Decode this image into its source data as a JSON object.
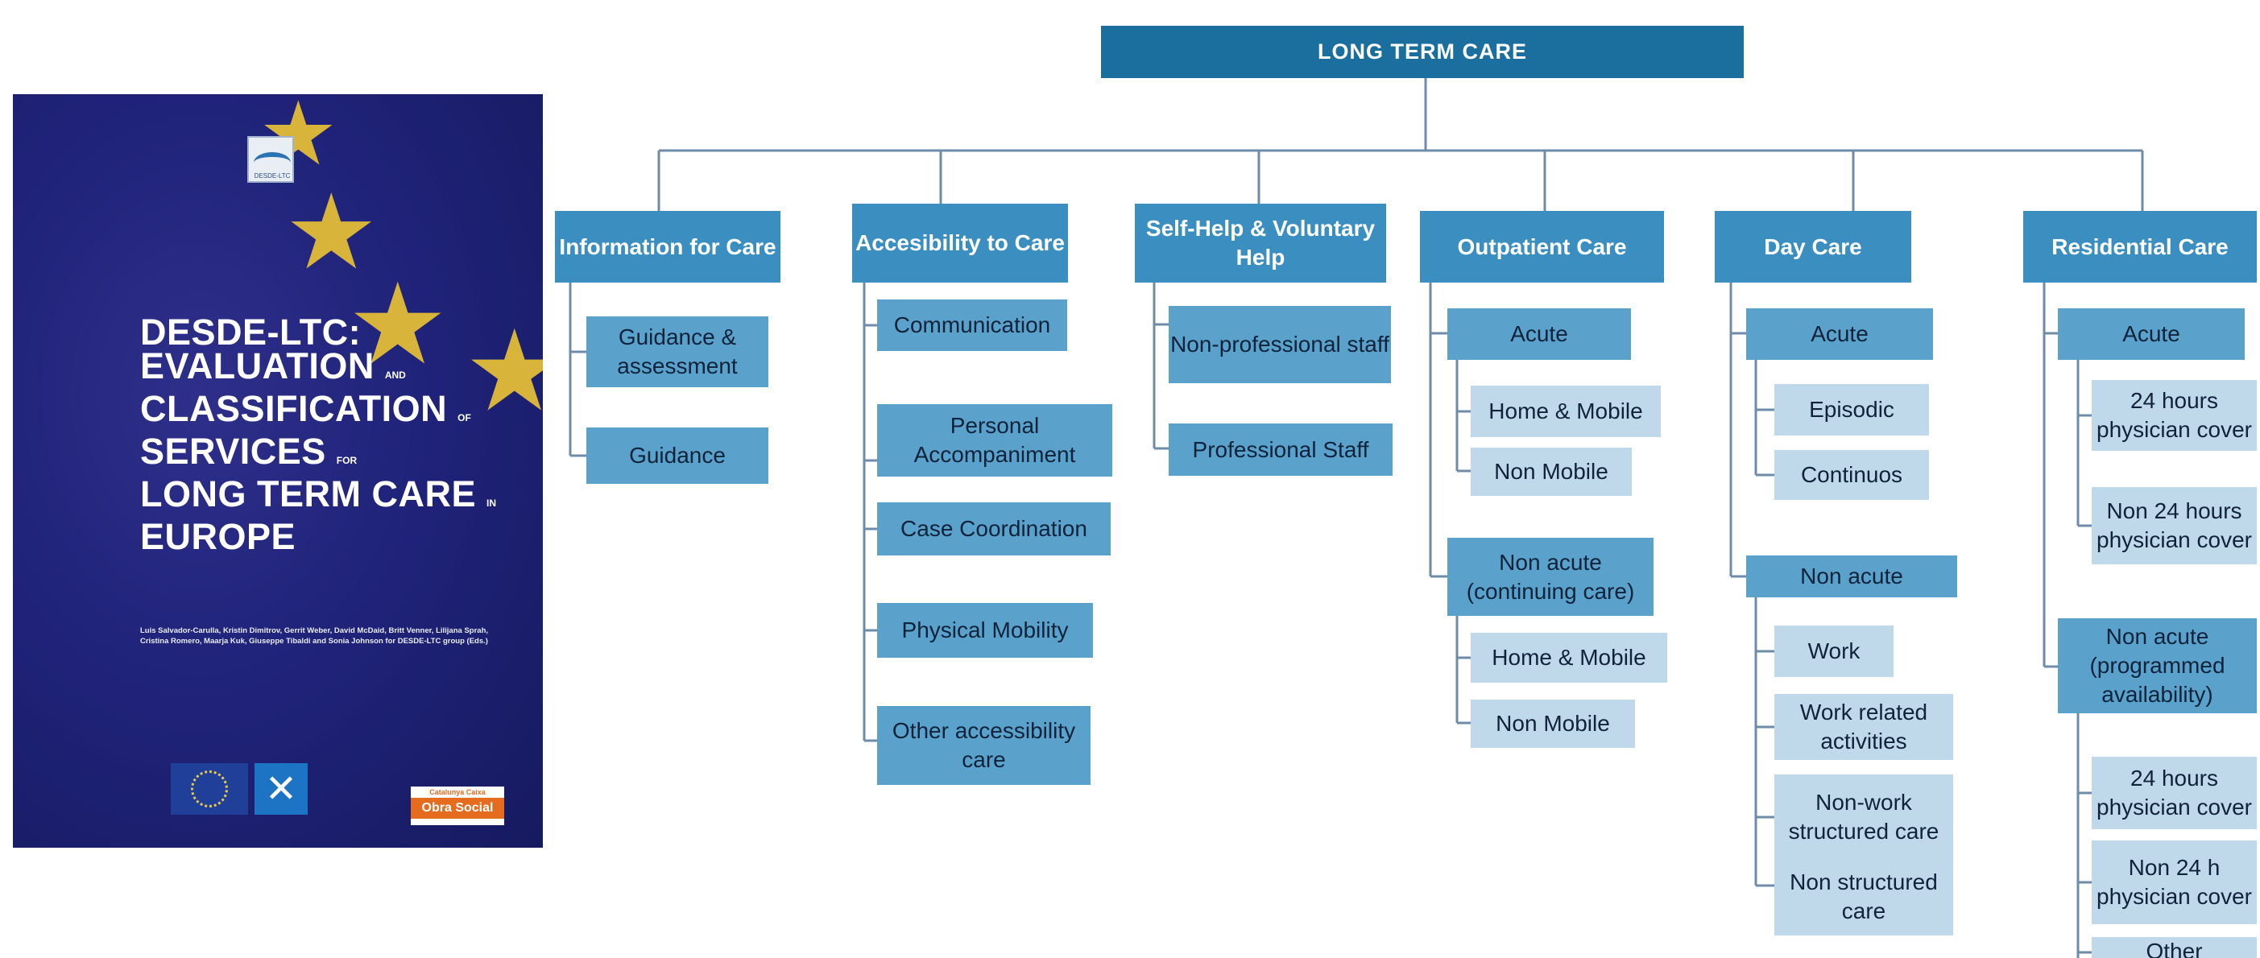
{
  "cover": {
    "logo_text": "DESDE-LTC",
    "title_parts": [
      {
        "text": "DESDE-LTC:",
        "small": false
      },
      {
        "text": "EVALUATION",
        "small": false
      },
      {
        "text": "AND",
        "small": true
      },
      {
        "text": "CLASSIFICATION",
        "small": false
      },
      {
        "text": "OF",
        "small": true
      },
      {
        "text": "SERVICES",
        "small": false
      },
      {
        "text": "FOR",
        "small": true
      },
      {
        "text": "LONG TERM CARE",
        "small": false
      },
      {
        "text": "IN",
        "small": true
      },
      {
        "text": "EUROPE",
        "small": false
      }
    ],
    "authors": "Luis Salvador-Carulla, Kristin Dimitrov, Gerrit Weber, David McDaid, Britt Venner, Lilijana Sprah, Cristina Romero, Maarja Kuk, Giuseppe Tibaldi and Sonia Johnson for DESDE-LTC group (Eds.)",
    "sponsor_top": "Catalunya Caixa",
    "sponsor_bottom": "Obra Social",
    "colors": {
      "background": "#20237a",
      "stars": "#d8b53a",
      "sponsor": "#e56b1e"
    }
  },
  "tree": {
    "root": "LONG TERM CARE",
    "information": {
      "label": "Information for Care",
      "children": [
        "Guidance & assessment",
        "Guidance"
      ]
    },
    "accessibility": {
      "label": "Accesibility to Care",
      "children": [
        "Communication",
        "Personal Accompaniment",
        "Case Coordination",
        "Physical Mobility",
        "Other accessibility care"
      ]
    },
    "selfhelp": {
      "label": "Self-Help & Voluntary Help",
      "children": [
        "Non-professional staff",
        "Professional Staff"
      ]
    },
    "outpatient": {
      "label": "Outpatient Care",
      "acute": {
        "label": "Acute",
        "children": [
          "Home & Mobile",
          "Non Mobile"
        ]
      },
      "nonacute": {
        "label": "Non acute (continuing care)",
        "children": [
          "Home & Mobile",
          "Non Mobile"
        ]
      }
    },
    "daycare": {
      "label": "Day Care",
      "acute": {
        "label": "Acute",
        "children": [
          "Episodic",
          "Continuos"
        ]
      },
      "nonacute": {
        "label": "Non acute",
        "children": [
          "Work",
          "Work related activities",
          "Non-work structured care",
          "Non structured care"
        ]
      }
    },
    "residential": {
      "label": "Residential Care",
      "acute": {
        "label": "Acute",
        "children": [
          "24 hours physician cover",
          "Non 24 hours physician cover"
        ]
      },
      "nonacute": {
        "label": "Non acute (programmed availability)",
        "children": [
          "24 hours physician cover",
          "Non 24 h physician cover",
          "Other residential"
        ]
      }
    },
    "colors": {
      "root": "#1b6f9f",
      "level1": "#3a8fc0",
      "level2": "#5aa2cc",
      "level3": "#bfd8ea",
      "connector": "#6e8ca8"
    }
  }
}
